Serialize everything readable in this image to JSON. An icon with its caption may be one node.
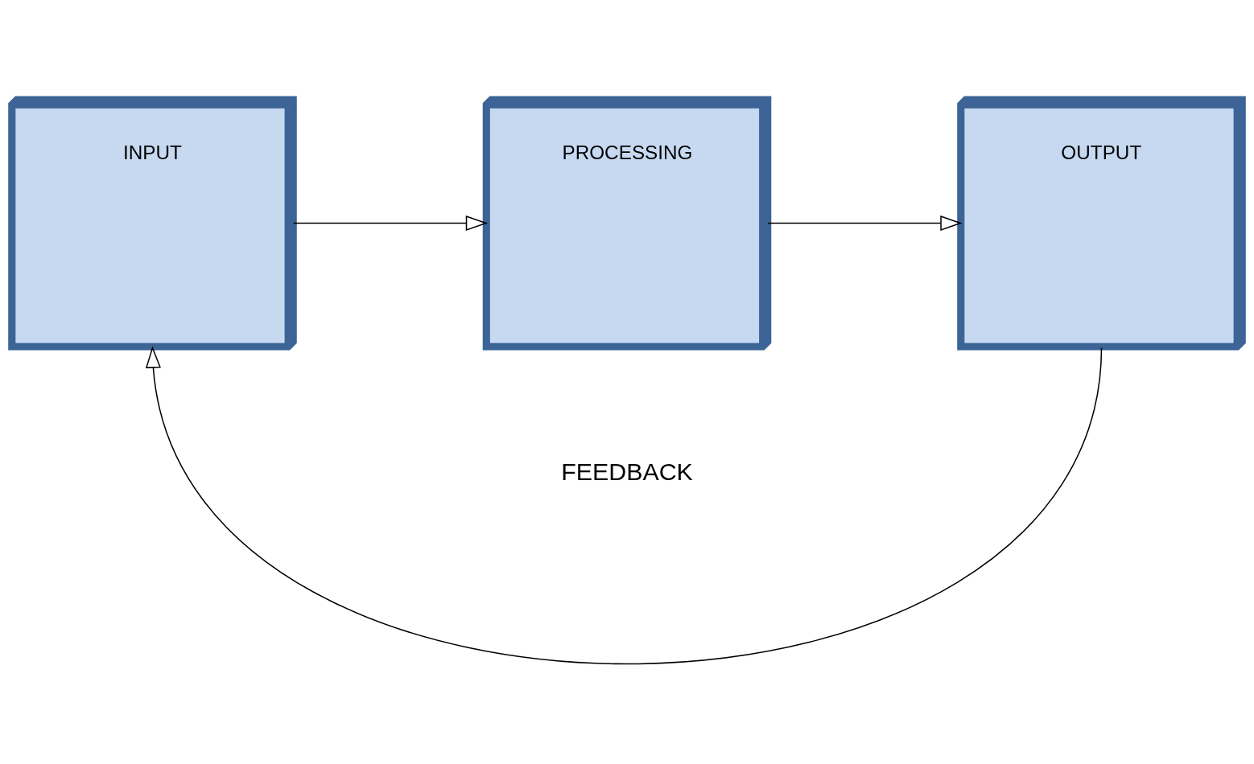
{
  "diagram": {
    "nodes": [
      {
        "text": [
          "INPUT"
        ]
      },
      {
        "text": [
          "PROCESSING"
        ]
      },
      {
        "text": [
          "OUTPUT"
        ]
      }
    ],
    "edges": [
      {
        "from": 0,
        "to": 1,
        "arrow": "to"
      },
      {
        "from": 1,
        "to": 2,
        "arrow": "to"
      },
      {
        "from": 2,
        "to": 0,
        "arrow": "to"
      }
    ],
    "labels": [
      "FEEDBACK"
    ]
  }
}
